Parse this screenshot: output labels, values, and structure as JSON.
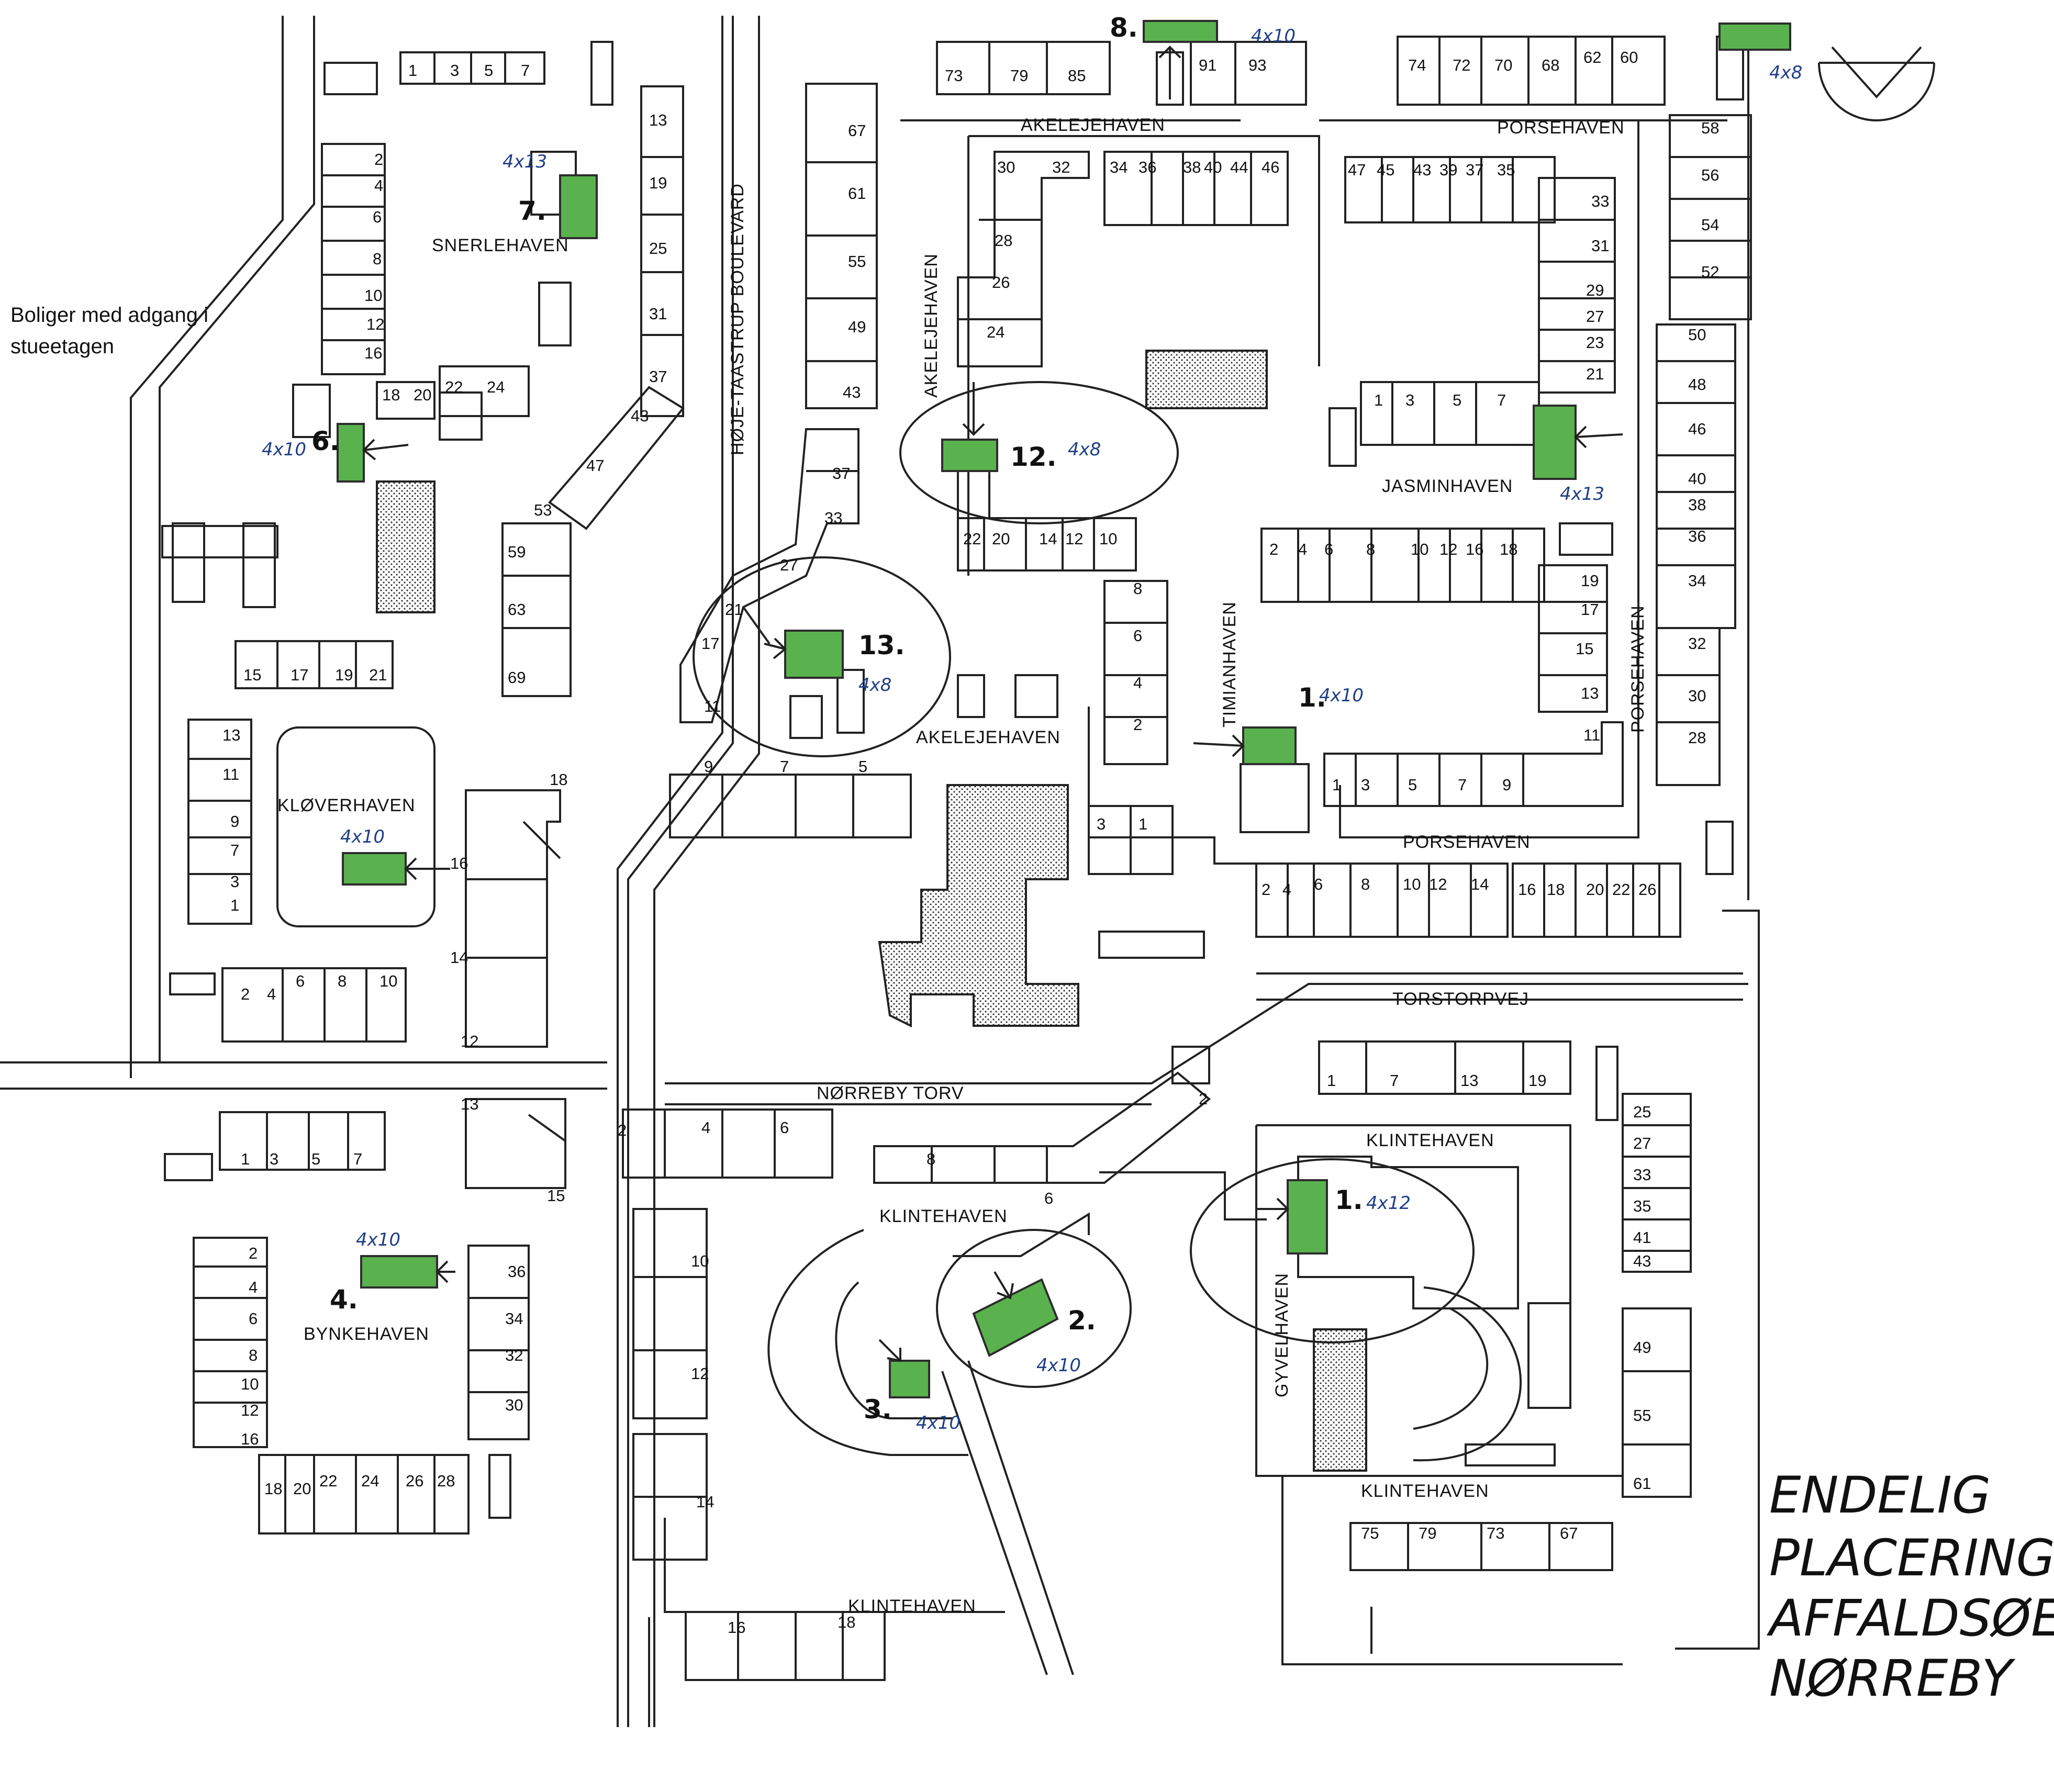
{
  "legend": "Boliger med adgang i stueetagen",
  "streets": [
    {
      "id": "snerlehaven",
      "text": "SNERLEHAVEN"
    },
    {
      "id": "kloverhaven",
      "text": "KLØVERHAVEN"
    },
    {
      "id": "bynkehaven",
      "text": "BYNKEHAVEN"
    },
    {
      "id": "hoje-taastrup",
      "text": "HØJE-TAASTRUP BOULEVARD"
    },
    {
      "id": "akelejehaven-top",
      "text": "AKELEJEHAVEN"
    },
    {
      "id": "akelejehaven-vert",
      "text": "AKELEJEHAVEN"
    },
    {
      "id": "akelejehaven-mid",
      "text": "AKELEJEHAVEN"
    },
    {
      "id": "porsehaven-top",
      "text": "PORSEHAVEN"
    },
    {
      "id": "porsehaven-vert",
      "text": "PORSEHAVEN"
    },
    {
      "id": "porsehaven-mid",
      "text": "PORSEHAVEN"
    },
    {
      "id": "jasminhaven",
      "text": "JASMINHAVEN"
    },
    {
      "id": "timianhaven",
      "text": "TIMIANHAVEN"
    },
    {
      "id": "torstorpvej",
      "text": "TORSTORPVEJ"
    },
    {
      "id": "norreby-torv",
      "text": "NØRREBY TORV"
    },
    {
      "id": "klintehaven-1",
      "text": "KLINTEHAVEN"
    },
    {
      "id": "klintehaven-2",
      "text": "KLINTEHAVEN"
    },
    {
      "id": "klintehaven-3",
      "text": "KLINTEHAVEN"
    },
    {
      "id": "klintehaven-4",
      "text": "KLINTEHAVEN"
    },
    {
      "id": "gyvelhaven",
      "text": "GYVELHAVEN"
    }
  ],
  "house_numbers": [
    {
      "id": "h1",
      "text": "1"
    },
    {
      "id": "h3",
      "text": "3"
    },
    {
      "id": "h5",
      "text": "5"
    },
    {
      "id": "h7",
      "text": "7"
    },
    {
      "id": "h73",
      "text": "73"
    },
    {
      "id": "h79",
      "text": "79"
    },
    {
      "id": "h85",
      "text": "85"
    },
    {
      "id": "h91",
      "text": "91"
    },
    {
      "id": "h93",
      "text": "93"
    },
    {
      "id": "h74",
      "text": "74"
    },
    {
      "id": "h72",
      "text": "72"
    },
    {
      "id": "h70",
      "text": "70"
    },
    {
      "id": "h68",
      "text": "68"
    },
    {
      "id": "h62",
      "text": "62"
    },
    {
      "id": "h60",
      "text": "60"
    },
    {
      "id": "s2",
      "text": "2"
    },
    {
      "id": "s4",
      "text": "4"
    },
    {
      "id": "s6",
      "text": "6"
    },
    {
      "id": "s8",
      "text": "8"
    },
    {
      "id": "s10",
      "text": "10"
    },
    {
      "id": "s12",
      "text": "12"
    },
    {
      "id": "s16",
      "text": "16"
    },
    {
      "id": "b13",
      "text": "13"
    },
    {
      "id": "b19",
      "text": "19"
    },
    {
      "id": "b25",
      "text": "25"
    },
    {
      "id": "b31",
      "text": "31"
    },
    {
      "id": "b37",
      "text": "37"
    },
    {
      "id": "b43",
      "text": "43"
    },
    {
      "id": "b47",
      "text": "47"
    },
    {
      "id": "b53",
      "text": "53"
    },
    {
      "id": "b59",
      "text": "59"
    },
    {
      "id": "b63",
      "text": "63"
    },
    {
      "id": "b69",
      "text": "69"
    },
    {
      "id": "a67",
      "text": "67"
    },
    {
      "id": "a61",
      "text": "61"
    },
    {
      "id": "a55",
      "text": "55"
    },
    {
      "id": "a49",
      "text": "49"
    },
    {
      "id": "a43",
      "text": "43"
    },
    {
      "id": "k18",
      "text": "18"
    },
    {
      "id": "k20",
      "text": "20"
    },
    {
      "id": "k22",
      "text": "22"
    },
    {
      "id": "k24",
      "text": "24"
    },
    {
      "id": "c30",
      "text": "30"
    },
    {
      "id": "c32",
      "text": "32"
    },
    {
      "id": "c34",
      "text": "34"
    },
    {
      "id": "c36",
      "text": "36"
    },
    {
      "id": "c38",
      "text": "38"
    },
    {
      "id": "c40",
      "text": "40"
    },
    {
      "id": "c44",
      "text": "44"
    },
    {
      "id": "c46",
      "text": "46"
    },
    {
      "id": "c28",
      "text": "28"
    },
    {
      "id": "c26",
      "text": "26"
    },
    {
      "id": "c24",
      "text": "24"
    },
    {
      "id": "p47",
      "text": "47"
    },
    {
      "id": "p45",
      "text": "45"
    },
    {
      "id": "p43",
      "text": "43"
    },
    {
      "id": "p39",
      "text": "39"
    },
    {
      "id": "p37",
      "text": "37"
    },
    {
      "id": "p35",
      "text": "35"
    },
    {
      "id": "p33",
      "text": "33"
    },
    {
      "id": "p31",
      "text": "31"
    },
    {
      "id": "p29",
      "text": "29"
    },
    {
      "id": "p27",
      "text": "27"
    },
    {
      "id": "p23",
      "text": "23"
    },
    {
      "id": "p21",
      "text": "21"
    },
    {
      "id": "r58",
      "text": "58"
    },
    {
      "id": "r56",
      "text": "56"
    },
    {
      "id": "r54",
      "text": "54"
    },
    {
      "id": "r52",
      "text": "52"
    },
    {
      "id": "r50",
      "text": "50"
    },
    {
      "id": "r48",
      "text": "48"
    },
    {
      "id": "r46",
      "text": "46"
    },
    {
      "id": "r40",
      "text": "40"
    },
    {
      "id": "r38",
      "text": "38"
    },
    {
      "id": "r36",
      "text": "36"
    },
    {
      "id": "r34",
      "text": "34"
    },
    {
      "id": "r32",
      "text": "32"
    },
    {
      "id": "r30",
      "text": "30"
    },
    {
      "id": "r28",
      "text": "28"
    },
    {
      "id": "j1",
      "text": "1"
    },
    {
      "id": "j3",
      "text": "3"
    },
    {
      "id": "j5",
      "text": "5"
    },
    {
      "id": "j7",
      "text": "7"
    },
    {
      "id": "e22",
      "text": "22"
    },
    {
      "id": "e20",
      "text": "20"
    },
    {
      "id": "e14",
      "text": "14"
    },
    {
      "id": "e12",
      "text": "12"
    },
    {
      "id": "e10",
      "text": "10"
    },
    {
      "id": "m37",
      "text": "37"
    },
    {
      "id": "m33",
      "text": "33"
    },
    {
      "id": "m27",
      "text": "27"
    },
    {
      "id": "m21",
      "text": "21"
    },
    {
      "id": "m17",
      "text": "17"
    },
    {
      "id": "m11",
      "text": "11"
    },
    {
      "id": "t8",
      "text": "8"
    },
    {
      "id": "t6",
      "text": "6"
    },
    {
      "id": "t4",
      "text": "4"
    },
    {
      "id": "t2",
      "text": "2"
    },
    {
      "id": "u2",
      "text": "2"
    },
    {
      "id": "u4",
      "text": "4"
    },
    {
      "id": "u6",
      "text": "6"
    },
    {
      "id": "u8",
      "text": "8"
    },
    {
      "id": "u10",
      "text": "10"
    },
    {
      "id": "u12",
      "text": "12"
    },
    {
      "id": "u16",
      "text": "16"
    },
    {
      "id": "u18",
      "text": "18"
    },
    {
      "id": "v19",
      "text": "19"
    },
    {
      "id": "v17",
      "text": "17"
    },
    {
      "id": "v15",
      "text": "15"
    },
    {
      "id": "v13",
      "text": "13"
    },
    {
      "id": "v11",
      "text": "11"
    },
    {
      "id": "w1",
      "text": "1"
    },
    {
      "id": "w3",
      "text": "3"
    },
    {
      "id": "w5",
      "text": "5"
    },
    {
      "id": "w7",
      "text": "7"
    },
    {
      "id": "w9",
      "text": "9"
    },
    {
      "id": "f15",
      "text": "15"
    },
    {
      "id": "f17",
      "text": "17"
    },
    {
      "id": "f19",
      "text": "19"
    },
    {
      "id": "f21",
      "text": "21"
    },
    {
      "id": "g13",
      "text": "13"
    },
    {
      "id": "g11",
      "text": "11"
    },
    {
      "id": "g9",
      "text": "9"
    },
    {
      "id": "g7",
      "text": "7"
    },
    {
      "id": "g3",
      "text": "3"
    },
    {
      "id": "g1",
      "text": "1"
    },
    {
      "id": "n9",
      "text": "9"
    },
    {
      "id": "n7",
      "text": "7"
    },
    {
      "id": "n5",
      "text": "5"
    },
    {
      "id": "n3",
      "text": "3"
    },
    {
      "id": "n1",
      "text": "1"
    },
    {
      "id": "q18",
      "text": "18"
    },
    {
      "id": "q16",
      "text": "16"
    },
    {
      "id": "q14",
      "text": "14"
    },
    {
      "id": "q12",
      "text": "12"
    },
    {
      "id": "q13",
      "text": "13"
    },
    {
      "id": "q15",
      "text": "15"
    },
    {
      "id": "x2",
      "text": "2"
    },
    {
      "id": "x4",
      "text": "4"
    },
    {
      "id": "x6",
      "text": "6"
    },
    {
      "id": "x8",
      "text": "8"
    },
    {
      "id": "x10",
      "text": "10"
    },
    {
      "id": "y2",
      "text": "2"
    },
    {
      "id": "y4",
      "text": "4"
    },
    {
      "id": "y6",
      "text": "6"
    },
    {
      "id": "y8",
      "text": "8"
    },
    {
      "id": "y10",
      "text": "10"
    },
    {
      "id": "y12",
      "text": "12"
    },
    {
      "id": "y14",
      "text": "14"
    },
    {
      "id": "y16",
      "text": "16"
    },
    {
      "id": "y18",
      "text": "18"
    },
    {
      "id": "y20",
      "text": "20"
    },
    {
      "id": "y22",
      "text": "22"
    },
    {
      "id": "y26",
      "text": "26"
    },
    {
      "id": "z1",
      "text": "1"
    },
    {
      "id": "z7",
      "text": "7"
    },
    {
      "id": "z13",
      "text": "13"
    },
    {
      "id": "z19",
      "text": "19"
    },
    {
      "id": "k25",
      "text": "25"
    },
    {
      "id": "k27",
      "text": "27"
    },
    {
      "id": "k33",
      "text": "33"
    },
    {
      "id": "k35",
      "text": "35"
    },
    {
      "id": "k41",
      "text": "41"
    },
    {
      "id": "k43",
      "text": "43"
    },
    {
      "id": "k49",
      "text": "49"
    },
    {
      "id": "k55",
      "text": "55"
    },
    {
      "id": "k61",
      "text": "61"
    },
    {
      "id": "l2",
      "text": "2"
    },
    {
      "id": "l4",
      "text": "4"
    },
    {
      "id": "l6",
      "text": "6"
    },
    {
      "id": "l8",
      "text": "8"
    },
    {
      "id": "l6b",
      "text": "6"
    },
    {
      "id": "l2b",
      "text": "2"
    },
    {
      "id": "o1",
      "text": "1"
    },
    {
      "id": "o3",
      "text": "3"
    },
    {
      "id": "o5",
      "text": "5"
    },
    {
      "id": "o7",
      "text": "7"
    },
    {
      "id": "by2",
      "text": "2"
    },
    {
      "id": "by4",
      "text": "4"
    },
    {
      "id": "by6",
      "text": "6"
    },
    {
      "id": "by8",
      "text": "8"
    },
    {
      "id": "by10",
      "text": "10"
    },
    {
      "id": "by12",
      "text": "12"
    },
    {
      "id": "by16",
      "text": "16"
    },
    {
      "id": "by18",
      "text": "18"
    },
    {
      "id": "by20",
      "text": "20"
    },
    {
      "id": "by22",
      "text": "22"
    },
    {
      "id": "by24",
      "text": "24"
    },
    {
      "id": "by26",
      "text": "26"
    },
    {
      "id": "by28",
      "text": "28"
    },
    {
      "id": "by36",
      "text": "36"
    },
    {
      "id": "by34",
      "text": "34"
    },
    {
      "id": "by32",
      "text": "32"
    },
    {
      "id": "by30",
      "text": "30"
    },
    {
      "id": "kl10",
      "text": "10"
    },
    {
      "id": "kl12",
      "text": "12"
    },
    {
      "id": "kl14",
      "text": "14"
    },
    {
      "id": "kl16",
      "text": "16"
    },
    {
      "id": "kl18",
      "text": "18"
    },
    {
      "id": "kb75",
      "text": "75"
    },
    {
      "id": "kb79",
      "text": "79"
    },
    {
      "id": "kb73",
      "text": "73"
    },
    {
      "id": "kb67",
      "text": "67"
    }
  ],
  "bins": [
    {
      "id": "bin-snerle",
      "size": "4x13",
      "num": "7."
    },
    {
      "id": "bin-west",
      "size": "4x10",
      "num": "6."
    },
    {
      "id": "bin-klover",
      "size": "4x10",
      "num": ""
    },
    {
      "id": "bin-bynke",
      "size": "4x10",
      "num": "4."
    },
    {
      "id": "bin-akelejecircle",
      "size": "4x8",
      "num": "13."
    },
    {
      "id": "bin-12",
      "size": "4x8",
      "num": "12."
    },
    {
      "id": "bin-jasmin",
      "size": "4x13",
      "num": ""
    },
    {
      "id": "bin-timian",
      "size": "4x10",
      "num": "1."
    },
    {
      "id": "bin-top-mid",
      "size": "4x10",
      "num": "8."
    },
    {
      "id": "bin-top-right",
      "size": "4x8",
      "num": ""
    },
    {
      "id": "bin-gyvel",
      "size": "4x12",
      "num": "1."
    },
    {
      "id": "bin-2",
      "size": "4x10",
      "num": "2."
    },
    {
      "id": "bin-3",
      "size": "4x10",
      "num": "3."
    }
  ],
  "handwritten_title": [
    "ENDELIG",
    "PLACERING AF",
    "AFFALDSØER I",
    "NØRREBY"
  ],
  "colors": {
    "bin": "#59b24d",
    "line": "#222222",
    "annotation": "#1f3f86"
  }
}
